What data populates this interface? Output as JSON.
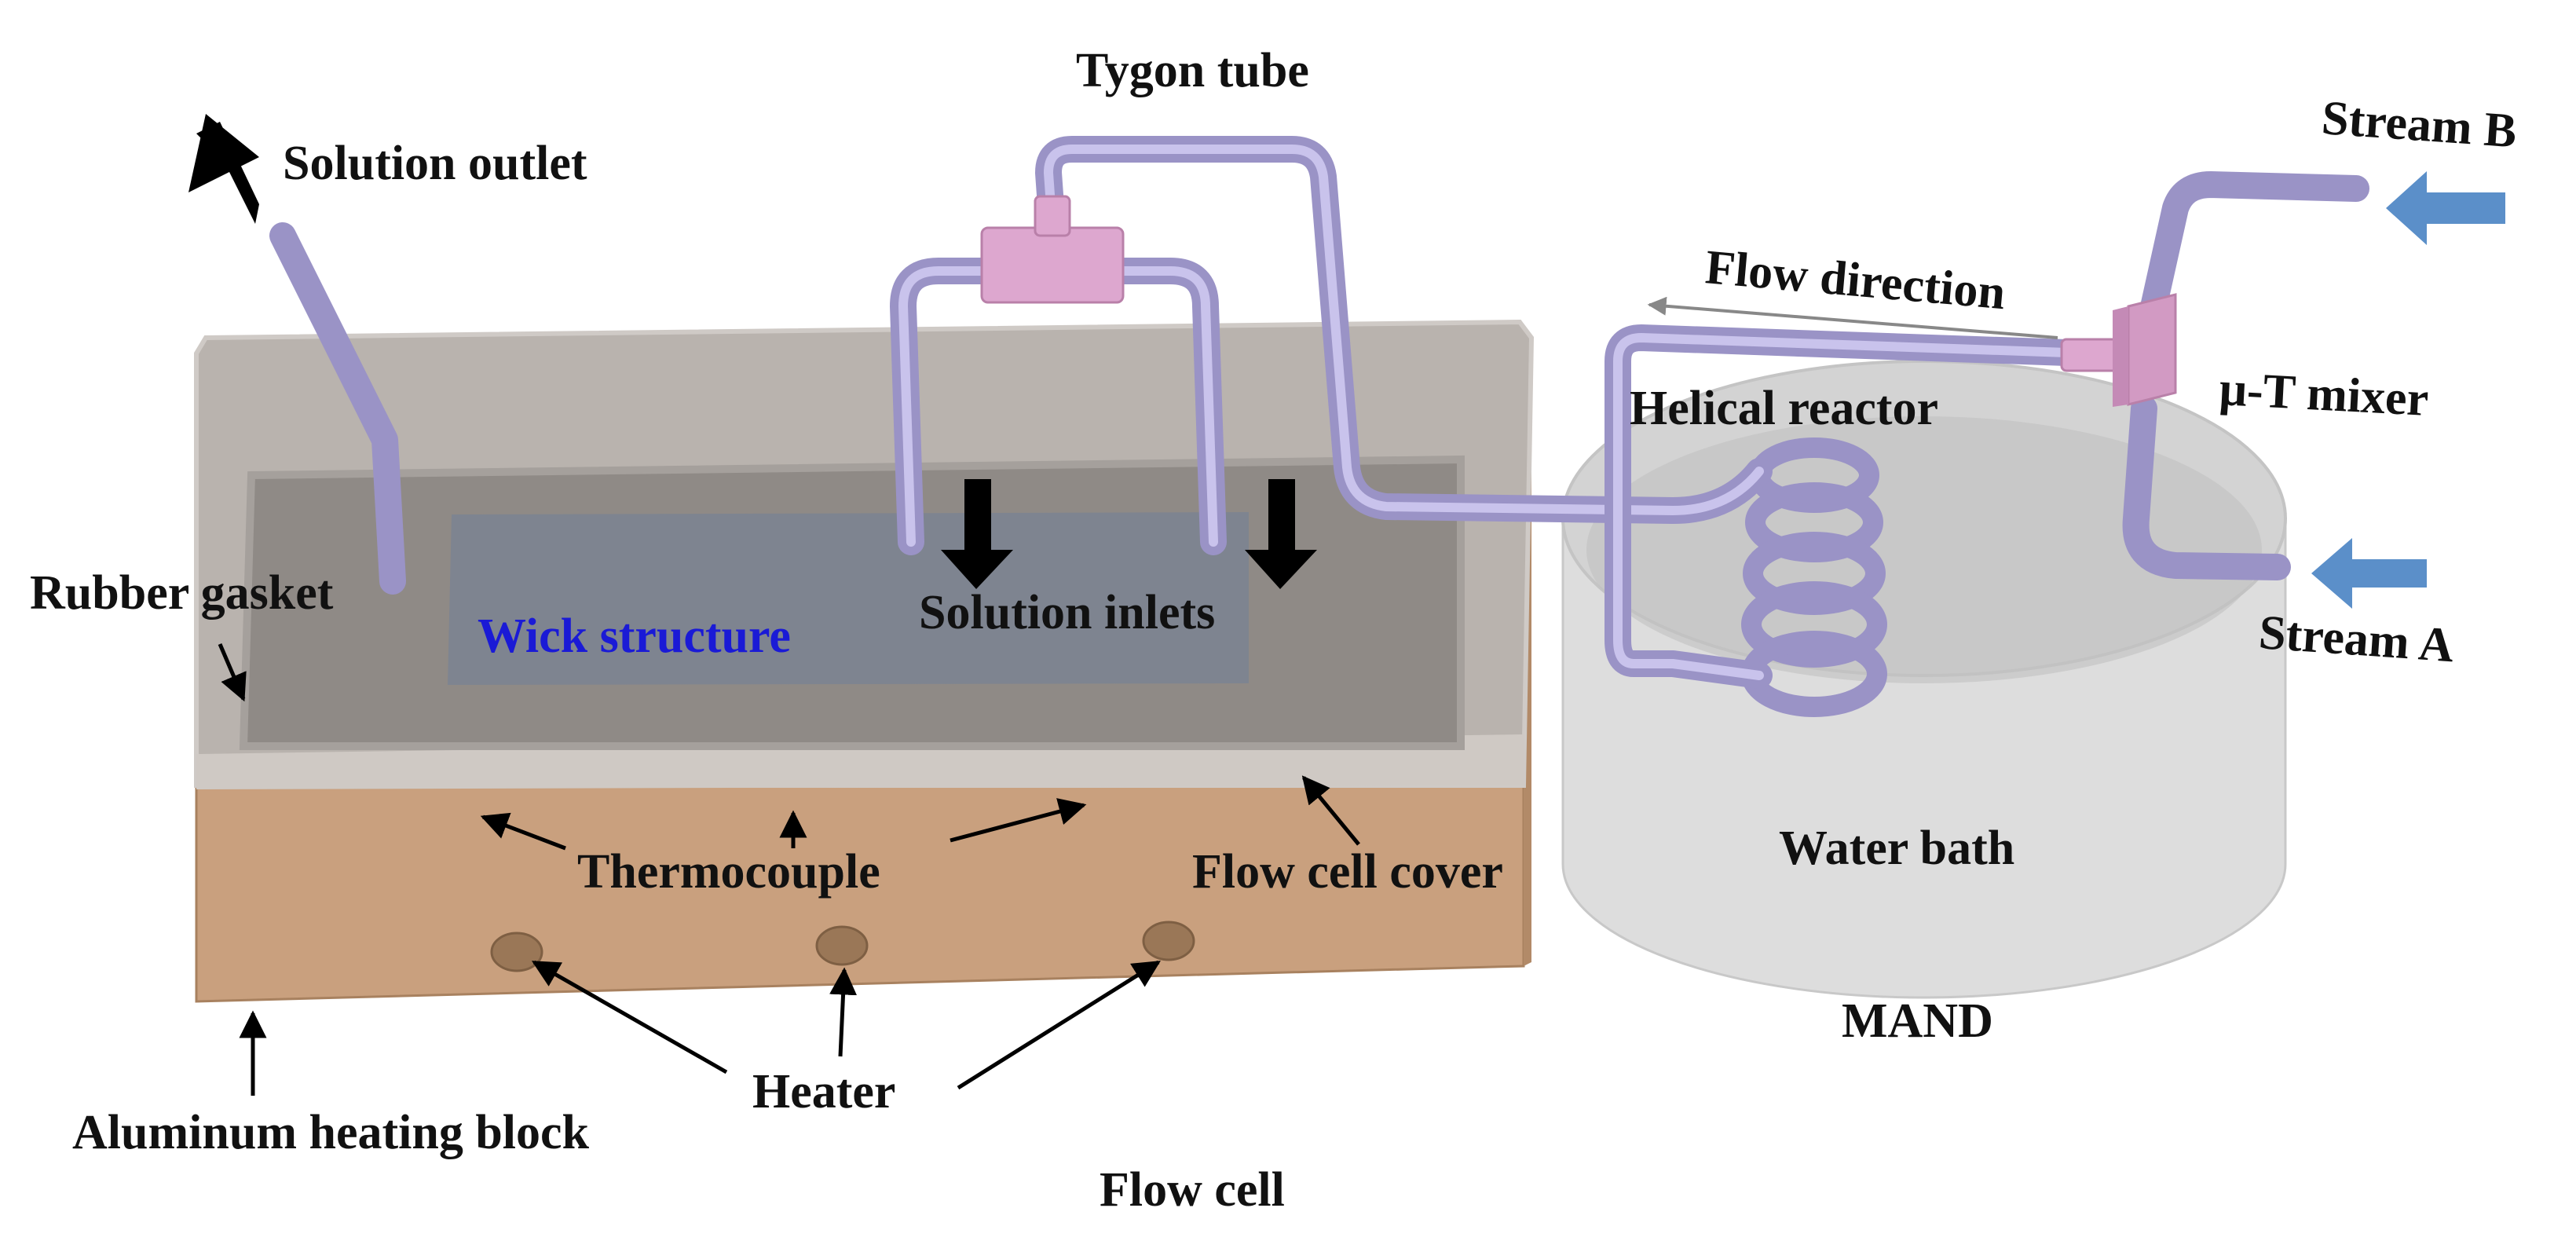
{
  "labels": {
    "tygon_tube": "Tygon tube",
    "solution_outlet": "Solution outlet",
    "stream_b": "Stream B",
    "flow_direction": "Flow direction",
    "mu_t_mixer": "μ-T mixer",
    "helical_reactor": "Helical reactor",
    "rubber_gasket": "Rubber gasket",
    "wick_structure": "Wick structure",
    "solution_inlets": "Solution inlets",
    "stream_a": "Stream A",
    "thermocouple": "Thermocouple",
    "flow_cell_cover": "Flow cell cover",
    "water_bath": "Water bath",
    "mand": "MAND",
    "heater": "Heater",
    "aluminum_heating_block": "Aluminum heating block",
    "flow_cell": "Flow cell"
  },
  "colors": {
    "aluminum_block": "#c9a07e",
    "cover": "#b9b3ae",
    "wick": "#7e8490",
    "tube": "#9a93c6",
    "connector": "#dda7cf",
    "stream_arrow": "#5b8fc9",
    "wick_text": "#1a1ad6"
  }
}
